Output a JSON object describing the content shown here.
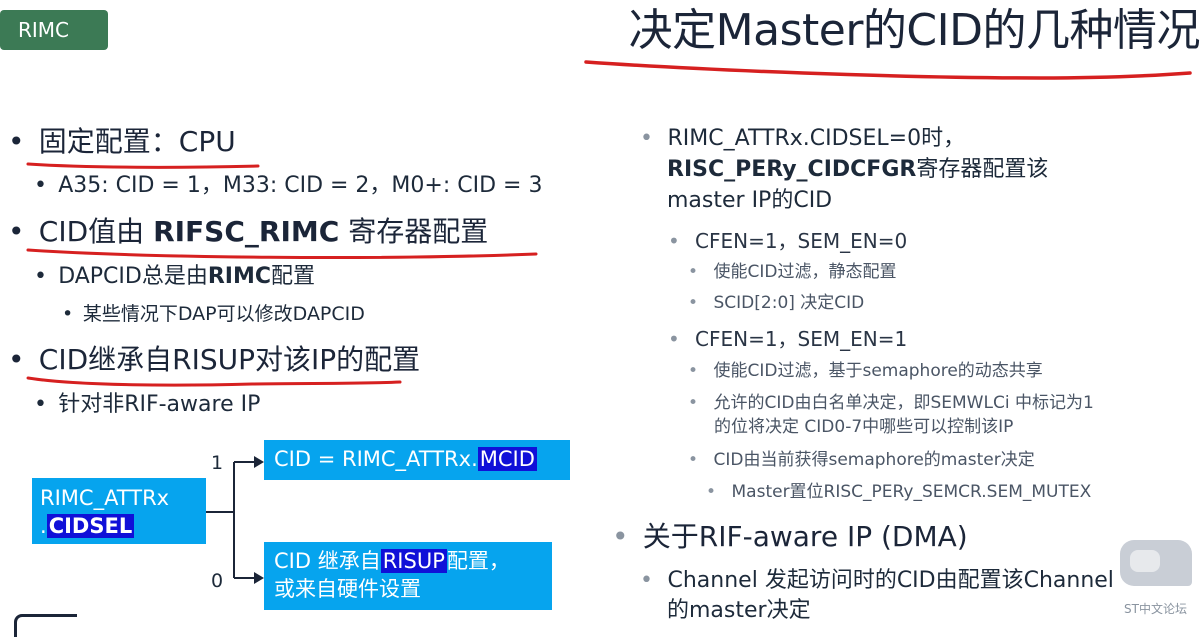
{
  "header": {
    "tag": "RIMC",
    "title": "决定Master的CID的几种情况"
  },
  "left": {
    "b1": "固定配置：CPU",
    "b1_1": "A35: CID = 1，M33: CID = 2，M0+: CID = 3",
    "b2_pre": "CID值由 ",
    "b2_bold": "RIFSC_RIMC",
    "b2_post": " 寄存器配置",
    "b2_1_pre": "DAPCID总是由",
    "b2_1_bold": "RIMC",
    "b2_1_post": "配置",
    "b2_1_1": "某些情况下DAP可以修改DAPCID",
    "b3": "CID继承自RISUP对该IP的配置",
    "b3_1": "针对非RIF-aware IP"
  },
  "diagram": {
    "src_line1": "RIMC_ATTRx",
    "src_line2_pre": ".",
    "src_line2_hl": "CIDSEL",
    "label_one": "1",
    "label_zero": "0",
    "top_pre": "CID = RIMC_ATTRx.",
    "top_hl": "MCID",
    "bot_pre": "CID 继承自",
    "bot_hl": "RISUP",
    "bot_post": "配置，",
    "bot_line2": "或来自硬件设置"
  },
  "right": {
    "p1_line1": "RIMC_ATTRx.CIDSEL=0时，",
    "p1_bold": "RISC_PERy_CIDCFGR",
    "p1_post": "寄存器配置该",
    "p1_line3": "master IP的CID",
    "s1": "CFEN=1，SEM_EN=0",
    "s1_a": "使能CID过滤，静态配置",
    "s1_b": "SCID[2:0] 决定CID",
    "s2": "CFEN=1，SEM_EN=1",
    "s2_a": "使能CID过滤，基于semaphore的动态共享",
    "s2_b1": "允许的CID由白名单决定，即SEMWLCi 中标记为1",
    "s2_b2": "的位将决定 CID0-7中哪些可以控制该IP",
    "s2_c": "CID由当前获得semaphore的master决定",
    "s2_c1": "Master置位RISC_PERy_SEMCR.SEM_MUTEX",
    "p2": "关于RIF-aware IP (DMA)",
    "p2_1a": "Channel 发起访问时的CID由配置该Channel",
    "p2_1b": "的master决定"
  },
  "watermark": "ST中文论坛",
  "colors": {
    "tag_bg": "#3c7a55",
    "box_bg": "#06a4ee",
    "highlight": "#1010d8",
    "ink": "#d62020"
  }
}
